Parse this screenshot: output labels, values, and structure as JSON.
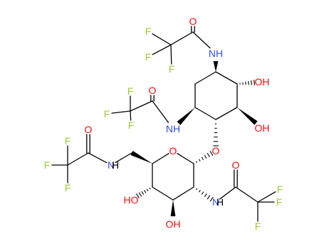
{
  "colors": {
    "F": "#9acd32",
    "O": "#ff0d0d",
    "N": "#3050f8",
    "C": "#000000"
  },
  "molecule": {
    "atoms": [
      {
        "id": "F1",
        "symbol": "F",
        "label": "F"
      },
      {
        "id": "F2",
        "symbol": "F",
        "label": "F"
      },
      {
        "id": "F3",
        "symbol": "F",
        "label": "F"
      },
      {
        "id": "C1",
        "symbol": "C",
        "label": ""
      },
      {
        "id": "C2",
        "symbol": "C",
        "label": ""
      },
      {
        "id": "O1",
        "symbol": "O",
        "label": "O"
      },
      {
        "id": "N1",
        "symbol": "N",
        "label": "NH"
      },
      {
        "id": "R1",
        "symbol": "C",
        "label": ""
      },
      {
        "id": "R2",
        "symbol": "C",
        "label": ""
      },
      {
        "id": "R3",
        "symbol": "C",
        "label": ""
      },
      {
        "id": "R4",
        "symbol": "C",
        "label": ""
      },
      {
        "id": "R5",
        "symbol": "C",
        "label": ""
      },
      {
        "id": "R6",
        "symbol": "C",
        "label": ""
      },
      {
        "id": "O2",
        "symbol": "O",
        "label": "OH"
      },
      {
        "id": "O3",
        "symbol": "O",
        "label": "OH"
      },
      {
        "id": "F4",
        "symbol": "F",
        "label": "F"
      },
      {
        "id": "F5",
        "symbol": "F",
        "label": "F"
      },
      {
        "id": "F6",
        "symbol": "F",
        "label": "F"
      },
      {
        "id": "C3",
        "symbol": "C",
        "label": ""
      },
      {
        "id": "C4",
        "symbol": "C",
        "label": ""
      },
      {
        "id": "O4",
        "symbol": "O",
        "label": "O"
      },
      {
        "id": "N2",
        "symbol": "N",
        "label": "NH"
      },
      {
        "id": "O5",
        "symbol": "O",
        "label": "O"
      },
      {
        "id": "S1",
        "symbol": "C",
        "label": ""
      },
      {
        "id": "S2",
        "symbol": "C",
        "label": ""
      },
      {
        "id": "S3",
        "symbol": "C",
        "label": ""
      },
      {
        "id": "S4",
        "symbol": "C",
        "label": ""
      },
      {
        "id": "S5",
        "symbol": "C",
        "label": ""
      },
      {
        "id": "O6",
        "symbol": "O",
        "label": "O"
      },
      {
        "id": "O7",
        "symbol": "O",
        "label": "HO"
      },
      {
        "id": "O8",
        "symbol": "O",
        "label": "OH"
      },
      {
        "id": "C6",
        "symbol": "C",
        "label": ""
      },
      {
        "id": "N3",
        "symbol": "N",
        "label": "N"
      },
      {
        "id": "H3",
        "symbol": "H",
        "label": "H"
      },
      {
        "id": "C7",
        "symbol": "C",
        "label": ""
      },
      {
        "id": "O9",
        "symbol": "O",
        "label": "O"
      },
      {
        "id": "C8",
        "symbol": "C",
        "label": ""
      },
      {
        "id": "F7",
        "symbol": "F",
        "label": "F"
      },
      {
        "id": "F8",
        "symbol": "F",
        "label": "F"
      },
      {
        "id": "F9",
        "symbol": "F",
        "label": "F"
      },
      {
        "id": "N4",
        "symbol": "N",
        "label": "N"
      },
      {
        "id": "H4",
        "symbol": "H",
        "label": "H"
      },
      {
        "id": "C9",
        "symbol": "C",
        "label": ""
      },
      {
        "id": "O10",
        "symbol": "O",
        "label": "O"
      },
      {
        "id": "C10",
        "symbol": "C",
        "label": ""
      },
      {
        "id": "F10",
        "symbol": "F",
        "label": "F"
      },
      {
        "id": "F11",
        "symbol": "F",
        "label": "F"
      },
      {
        "id": "F12",
        "symbol": "F",
        "label": "F"
      }
    ],
    "bonds": [
      {
        "a": "C1",
        "b": "F1",
        "style": "single"
      },
      {
        "a": "C1",
        "b": "F2",
        "style": "single"
      },
      {
        "a": "C1",
        "b": "F3",
        "style": "single"
      },
      {
        "a": "C1",
        "b": "C2",
        "style": "single"
      },
      {
        "a": "C2",
        "b": "O1",
        "style": "double"
      },
      {
        "a": "C2",
        "b": "N1",
        "style": "single"
      },
      {
        "a": "R1",
        "b": "N1",
        "style": "wedge"
      },
      {
        "a": "R1",
        "b": "R2",
        "style": "single"
      },
      {
        "a": "R2",
        "b": "R3",
        "style": "single"
      },
      {
        "a": "R3",
        "b": "R4",
        "style": "single"
      },
      {
        "a": "R4",
        "b": "R5",
        "style": "single"
      },
      {
        "a": "R5",
        "b": "R6",
        "style": "single"
      },
      {
        "a": "R6",
        "b": "R1",
        "style": "single"
      },
      {
        "a": "R2",
        "b": "O2",
        "style": "hash"
      },
      {
        "a": "R3",
        "b": "O3",
        "style": "wedge"
      },
      {
        "a": "R4",
        "b": "O4",
        "style": "hash"
      },
      {
        "a": "R5",
        "b": "N2",
        "style": "wedge"
      },
      {
        "a": "C3",
        "b": "F4",
        "style": "single"
      },
      {
        "a": "C3",
        "b": "F5",
        "style": "single"
      },
      {
        "a": "C3",
        "b": "F6",
        "style": "single"
      },
      {
        "a": "C3",
        "b": "C4",
        "style": "single"
      },
      {
        "a": "C4",
        "b": "O5",
        "style": "double"
      },
      {
        "a": "C4",
        "b": "N2",
        "style": "single"
      },
      {
        "a": "S1",
        "b": "O4",
        "style": "hash"
      },
      {
        "a": "S1",
        "b": "O6",
        "style": "single"
      },
      {
        "a": "O6",
        "b": "S5",
        "style": "single"
      },
      {
        "a": "S5",
        "b": "S4",
        "style": "single"
      },
      {
        "a": "S4",
        "b": "S3",
        "style": "single"
      },
      {
        "a": "S3",
        "b": "S2",
        "style": "single"
      },
      {
        "a": "S2",
        "b": "S1",
        "style": "single"
      },
      {
        "a": "S2",
        "b": "N4",
        "style": "hash"
      },
      {
        "a": "S3",
        "b": "O8",
        "style": "wedge"
      },
      {
        "a": "S4",
        "b": "O7",
        "style": "hash"
      },
      {
        "a": "S5",
        "b": "C6",
        "style": "wedge"
      },
      {
        "a": "C6",
        "b": "N3",
        "style": "single"
      },
      {
        "a": "N3",
        "b": "C7",
        "style": "single"
      },
      {
        "a": "C7",
        "b": "O9",
        "style": "double"
      },
      {
        "a": "C7",
        "b": "C8",
        "style": "single"
      },
      {
        "a": "C8",
        "b": "F7",
        "style": "single"
      },
      {
        "a": "C8",
        "b": "F8",
        "style": "single"
      },
      {
        "a": "C8",
        "b": "F9",
        "style": "single"
      },
      {
        "a": "N4",
        "b": "C9",
        "style": "single"
      },
      {
        "a": "C9",
        "b": "O10",
        "style": "double"
      },
      {
        "a": "C9",
        "b": "C10",
        "style": "single"
      },
      {
        "a": "C10",
        "b": "F10",
        "style": "single"
      },
      {
        "a": "C10",
        "b": "F11",
        "style": "single"
      },
      {
        "a": "C10",
        "b": "F12",
        "style": "single"
      }
    ]
  }
}
